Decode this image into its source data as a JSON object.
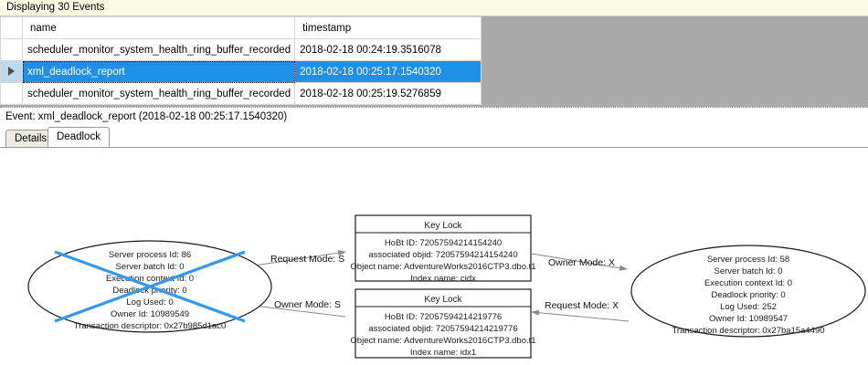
{
  "banner": {
    "text": "Displaying 30 Events"
  },
  "grid": {
    "columns": [
      "",
      "name",
      "timestamp"
    ],
    "rows": [
      {
        "selector": "",
        "name": "scheduler_monitor_system_health_ring_buffer_recorded",
        "timestamp": "2018-02-18 00:24:19.3516078",
        "selected": false
      },
      {
        "selector": "row-selector-arrow",
        "name": "xml_deadlock_report",
        "timestamp": "2018-02-18 00:25:17.1540320",
        "selected": true
      },
      {
        "selector": "",
        "name": "scheduler_monitor_system_health_ring_buffer_recorded",
        "timestamp": "2018-02-18 00:25:19.5276859",
        "selected": false
      }
    ]
  },
  "event_header": {
    "title": "Event: xml_deadlock_report (2018-02-18 00:25:17.1540320)"
  },
  "tabs": [
    {
      "label": "Details",
      "active": false
    },
    {
      "label": "Deadlock",
      "active": true
    }
  ],
  "deadlock_graph": {
    "processes": [
      {
        "id": "process-left",
        "victim": true,
        "lines": [
          "Server process Id: 86",
          "Server batch Id: 0",
          "Execution context Id: 0",
          "Deadlock priority: 0",
          "Log Used: 0",
          "Owner Id: 10989549",
          "Transaction descriptor: 0x27b985d1ac0"
        ]
      },
      {
        "id": "process-right",
        "victim": false,
        "lines": [
          "Server process Id: 58",
          "Server batch Id: 0",
          "Execution context Id: 0",
          "Deadlock priority: 0",
          "Log Used: 252",
          "Owner Id: 10989547",
          "Transaction descriptor: 0x27ba15a4490"
        ]
      }
    ],
    "resources": [
      {
        "id": "keylock-top",
        "title": "Key Lock",
        "lines": [
          "HoBt ID: 72057594214154240",
          "associated objid: 72057594214154240",
          "Object name: AdventureWorks2016CTP3.dbo.t1",
          "Index name: cidx"
        ]
      },
      {
        "id": "keylock-bottom",
        "title": "Key Lock",
        "lines": [
          "HoBt ID: 72057594214219776",
          "associated objid: 72057594214219776",
          "Object name: AdventureWorks2016CTP3.dbo.t1",
          "Index name: idx1"
        ]
      }
    ],
    "edges": [
      {
        "id": "edge-top-left",
        "label": "Request Mode: S"
      },
      {
        "id": "edge-top-right",
        "label": "Owner Mode: X"
      },
      {
        "id": "edge-bottom-left",
        "label": "Owner Mode: S"
      },
      {
        "id": "edge-bottom-right",
        "label": "Request Mode: X"
      }
    ]
  },
  "colors": {
    "selection_blue": "#1e90e8",
    "victim_cross_blue": "#3399ee",
    "banner_yellow": "#fbfbe4",
    "grid_empty_gray": "#a9a9a9"
  }
}
